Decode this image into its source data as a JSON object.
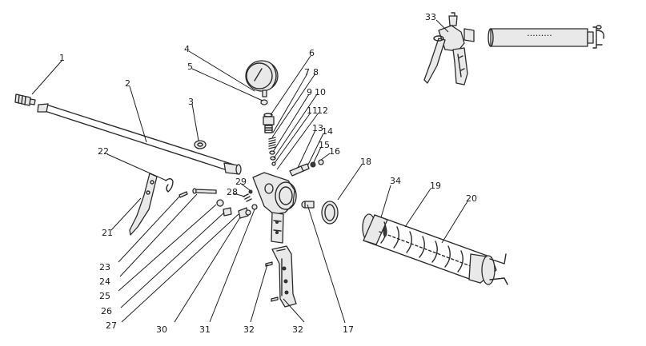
{
  "callouts": {
    "c1": "1",
    "c2": "2",
    "c3": "3",
    "c4": "4",
    "c5": "5",
    "c6": "6",
    "c7": "7",
    "c8": "8",
    "c9": "9",
    "c10": "10",
    "c11": "11",
    "c12": "12",
    "c13": "13",
    "c14": "14",
    "c15": "15",
    "c16": "16",
    "c17": "17",
    "c18": "18",
    "c19": "19",
    "c20": "20",
    "c21": "21",
    "c22": "22",
    "c23": "23",
    "c24": "24",
    "c25": "25",
    "c26": "26",
    "c27": "27",
    "c28": "28",
    "c29": "29",
    "c30": "30",
    "c31": "31",
    "c32a": "32",
    "c32b": "32",
    "c33": "33",
    "c34": "34"
  },
  "barrel_dots": "·········"
}
